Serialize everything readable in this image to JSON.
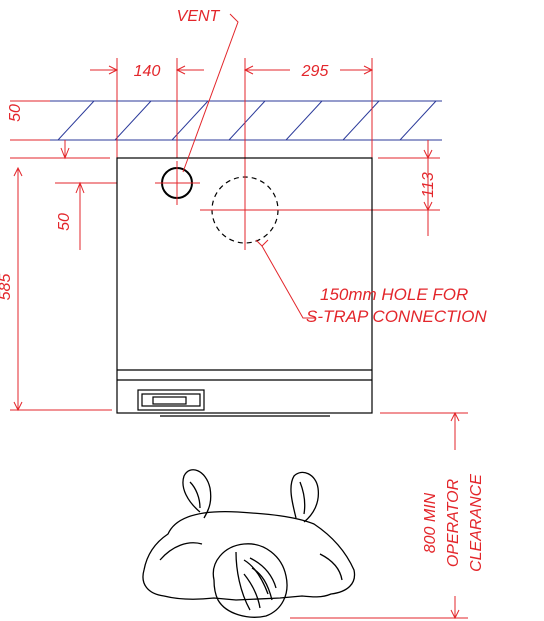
{
  "labels": {
    "vent": "VENT",
    "hole_line1": "150mm HOLE FOR",
    "hole_line2": "S-TRAP CONNECTION",
    "clearance_line1": "800 MIN",
    "clearance_line2": "OPERATOR",
    "clearance_line3": "CLEARANCE"
  },
  "dimensions": {
    "vent_offset": "140",
    "drain_offset": "295",
    "wall_thickness": "50",
    "vent_depth": "50",
    "drain_depth": "113",
    "unit_depth": "585"
  },
  "colors": {
    "dimension": "#e3262b",
    "wall_hatch": "#2b3a9a",
    "outline": "#000000"
  }
}
